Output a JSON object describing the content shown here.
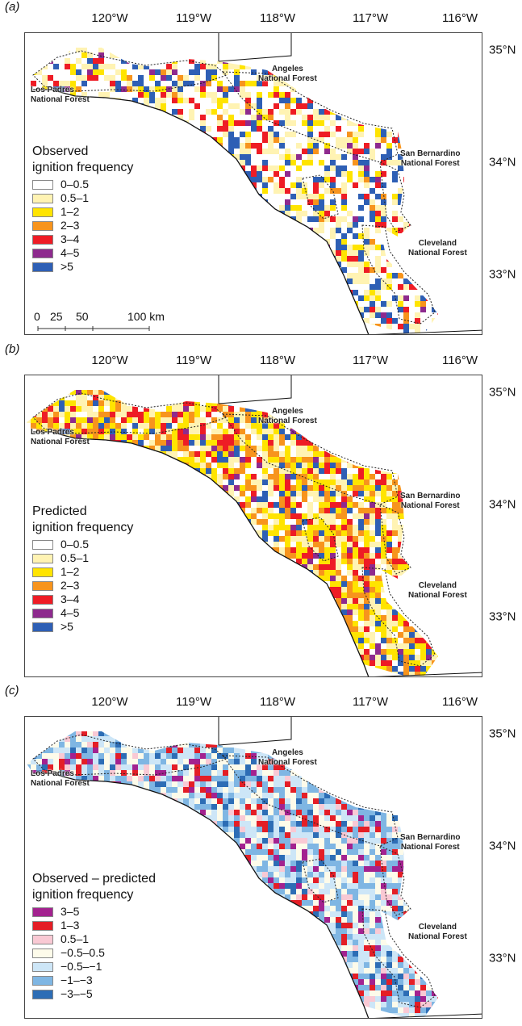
{
  "lon_labels": [
    "120°W",
    "119°W",
    "118°W",
    "117°W",
    "116°W"
  ],
  "lat_labels": [
    "35°N",
    "34°N",
    "33°N"
  ],
  "forests": {
    "los_padres": [
      "Los Padres",
      "National Forest"
    ],
    "angeles": [
      "Angeles",
      "National Forest"
    ],
    "san_bernardino": [
      "San Bernardino",
      "National Forest"
    ],
    "cleveland": [
      "Cleveland",
      "National Forest"
    ]
  },
  "panels": [
    {
      "label": "(a)",
      "legend_title": [
        "Observed",
        "ignition frequency"
      ],
      "legend": [
        {
          "label": "0–0.5",
          "color": "#ffffff"
        },
        {
          "label": "0.5–1",
          "color": "#fff3b3"
        },
        {
          "label": "1–2",
          "color": "#ffe400"
        },
        {
          "label": "2–3",
          "color": "#f7941d"
        },
        {
          "label": "3–4",
          "color": "#ee1c25"
        },
        {
          "label": "4–5",
          "color": "#8e2a8e"
        },
        {
          "label": ">5",
          "color": "#2e5fb5"
        }
      ],
      "scale_bar": {
        "ticks": [
          "0",
          "25",
          "50",
          "100 km"
        ]
      }
    },
    {
      "label": "(b)",
      "legend_title": [
        "Predicted",
        "ignition frequency"
      ],
      "legend": [
        {
          "label": "0–0.5",
          "color": "#ffffff"
        },
        {
          "label": "0.5–1",
          "color": "#fff3b3"
        },
        {
          "label": "1–2",
          "color": "#ffe400"
        },
        {
          "label": "2–3",
          "color": "#f7941d"
        },
        {
          "label": "3–4",
          "color": "#ee1c25"
        },
        {
          "label": "4–5",
          "color": "#8e2a8e"
        },
        {
          "label": ">5",
          "color": "#2e5fb5"
        }
      ]
    },
    {
      "label": "(c)",
      "legend_title": [
        "Observed – predicted",
        "ignition frequency"
      ],
      "legend": [
        {
          "label": "3–5",
          "color": "#a3228f"
        },
        {
          "label": "1–3",
          "color": "#e41e26"
        },
        {
          "label": "0.5–1",
          "color": "#f9c9d4"
        },
        {
          "label": "−0.5–0.5",
          "color": "#fdfbea"
        },
        {
          "label": "−0.5–−1",
          "color": "#cde6f7"
        },
        {
          "label": "−1–−3",
          "color": "#7fb6e3"
        },
        {
          "label": "−3–−5",
          "color": "#2d6db5"
        }
      ]
    }
  ]
}
